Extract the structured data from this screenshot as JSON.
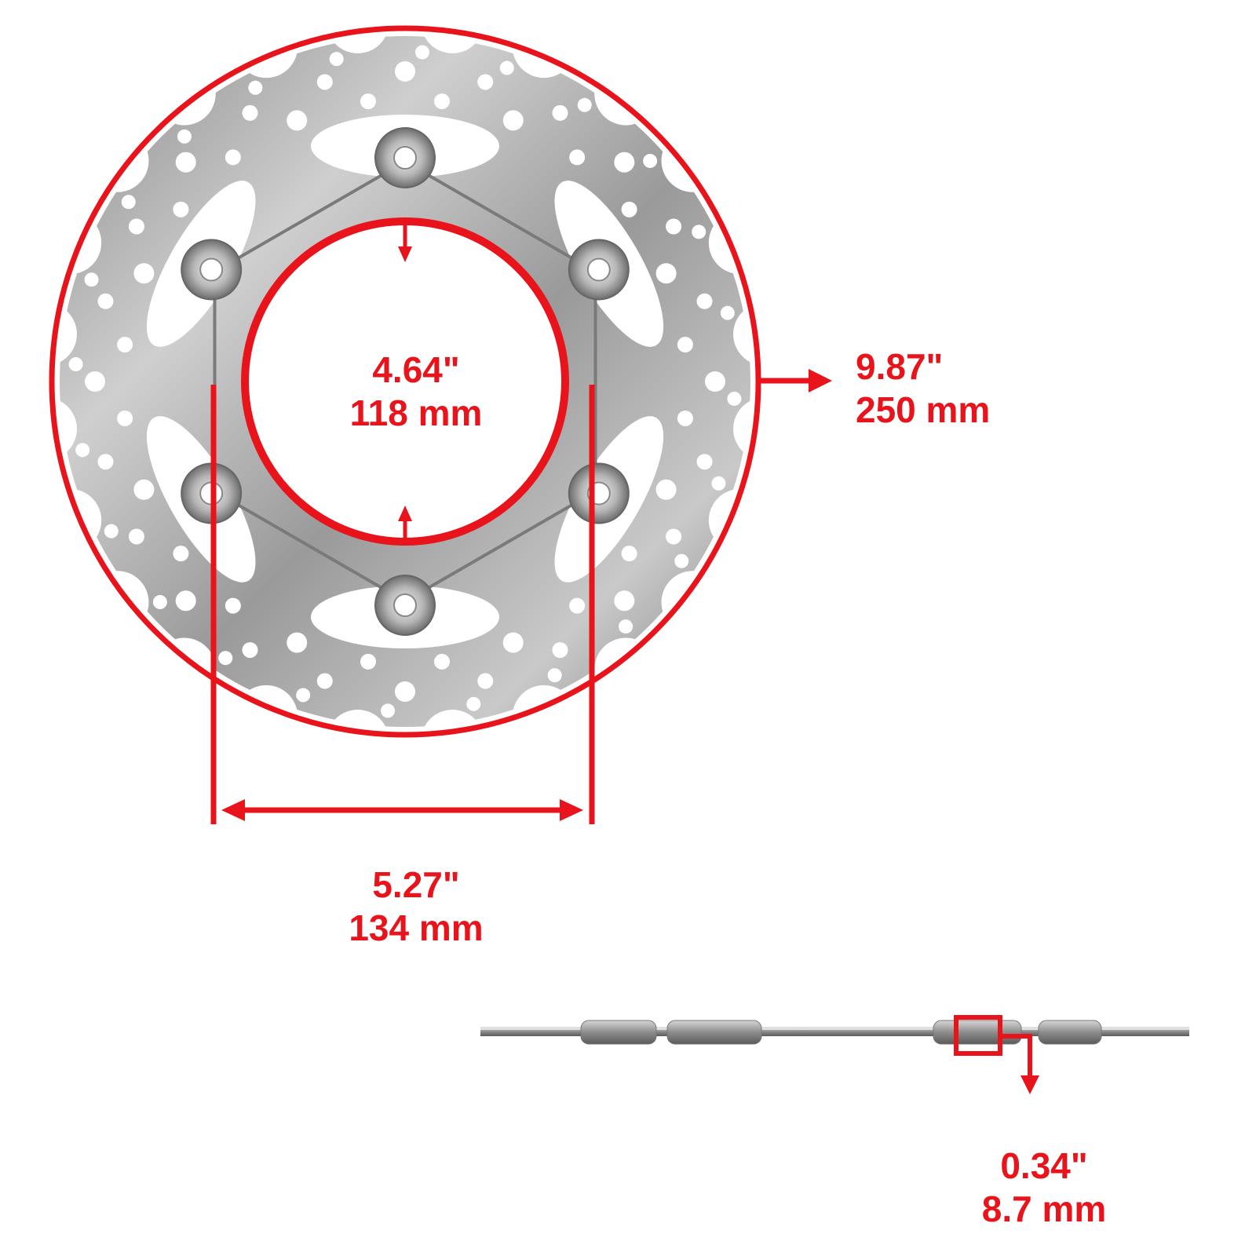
{
  "colors": {
    "accent": "#e8131b",
    "metal_light": "#d9d9d9",
    "metal_mid": "#a9a9a9",
    "metal_dark": "#6e6e6e",
    "background": "#ffffff"
  },
  "dimensions": {
    "inner_diameter": {
      "inches": "4.64\"",
      "mm": "118 mm"
    },
    "outer_diameter": {
      "inches": "9.87\"",
      "mm": "250 mm"
    },
    "bolt_spacing": {
      "inches": "5.27\"",
      "mm": "134 mm"
    },
    "thickness": {
      "inches": "0.34\"",
      "mm": "8.7 mm"
    }
  },
  "icons": {
    "outer_arrow": "arrow-right-icon",
    "thickness_arrow": "arrow-down-icon",
    "bolt_arrows": "double-arrow-icon"
  }
}
